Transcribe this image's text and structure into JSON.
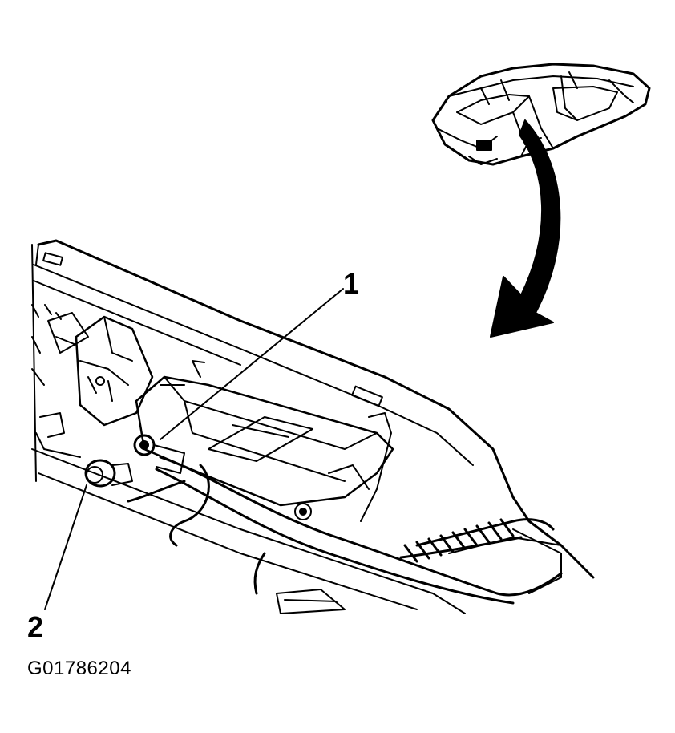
{
  "callouts": [
    {
      "label": "1"
    },
    {
      "label": "2"
    }
  ],
  "figure_id": "G01786204",
  "colors": {
    "ink": "#000000",
    "paper": "#ffffff"
  }
}
